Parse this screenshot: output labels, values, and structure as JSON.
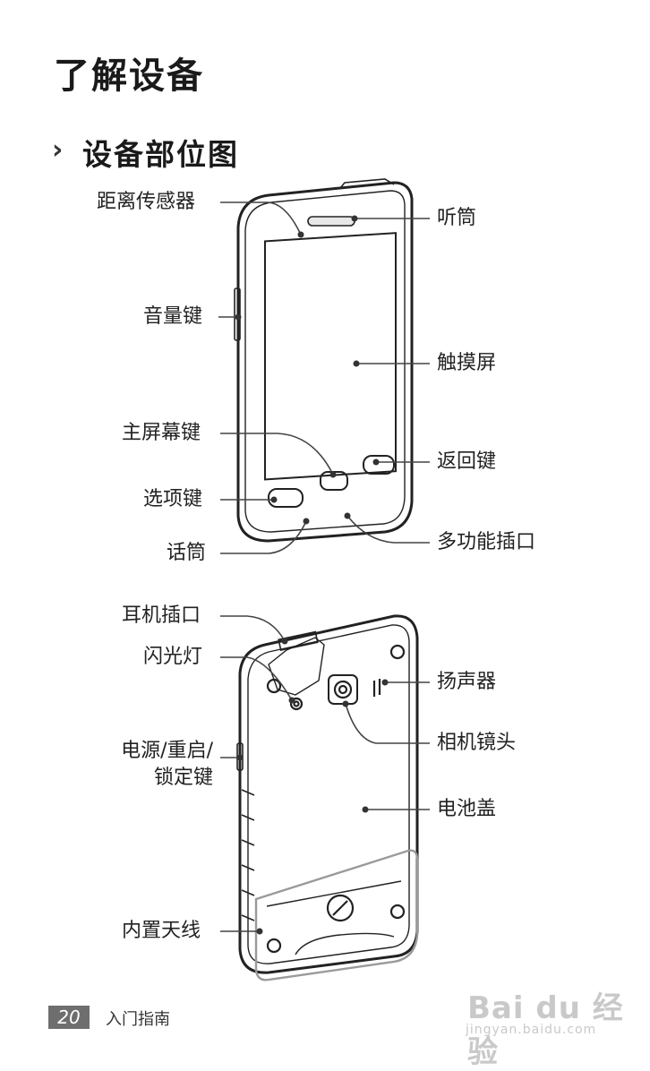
{
  "page_title": "了解设备",
  "section": {
    "chevron": "›",
    "title": "设备部位图"
  },
  "front_labels": {
    "proximity_sensor": "距离传感器",
    "earpiece": "听筒",
    "volume_key": "音量键",
    "touch_screen": "触摸屏",
    "home_key": "主屏幕键",
    "back_key": "返回键",
    "menu_key": "选项键",
    "microphone": "话筒",
    "multifunction_jack": "多功能插口"
  },
  "back_labels": {
    "headset_jack": "耳机插口",
    "flash": "闪光灯",
    "speaker": "扬声器",
    "power_key_line1": "电源/重启/",
    "power_key_line2": "锁定键",
    "camera_lens": "相机镜头",
    "battery_cover": "电池盖",
    "internal_antenna": "内置天线"
  },
  "footer": {
    "page_number": "20",
    "chapter": "入门指南"
  },
  "watermark": {
    "brand": "Bai du 经验",
    "url": "jingyan.baidu.com"
  }
}
